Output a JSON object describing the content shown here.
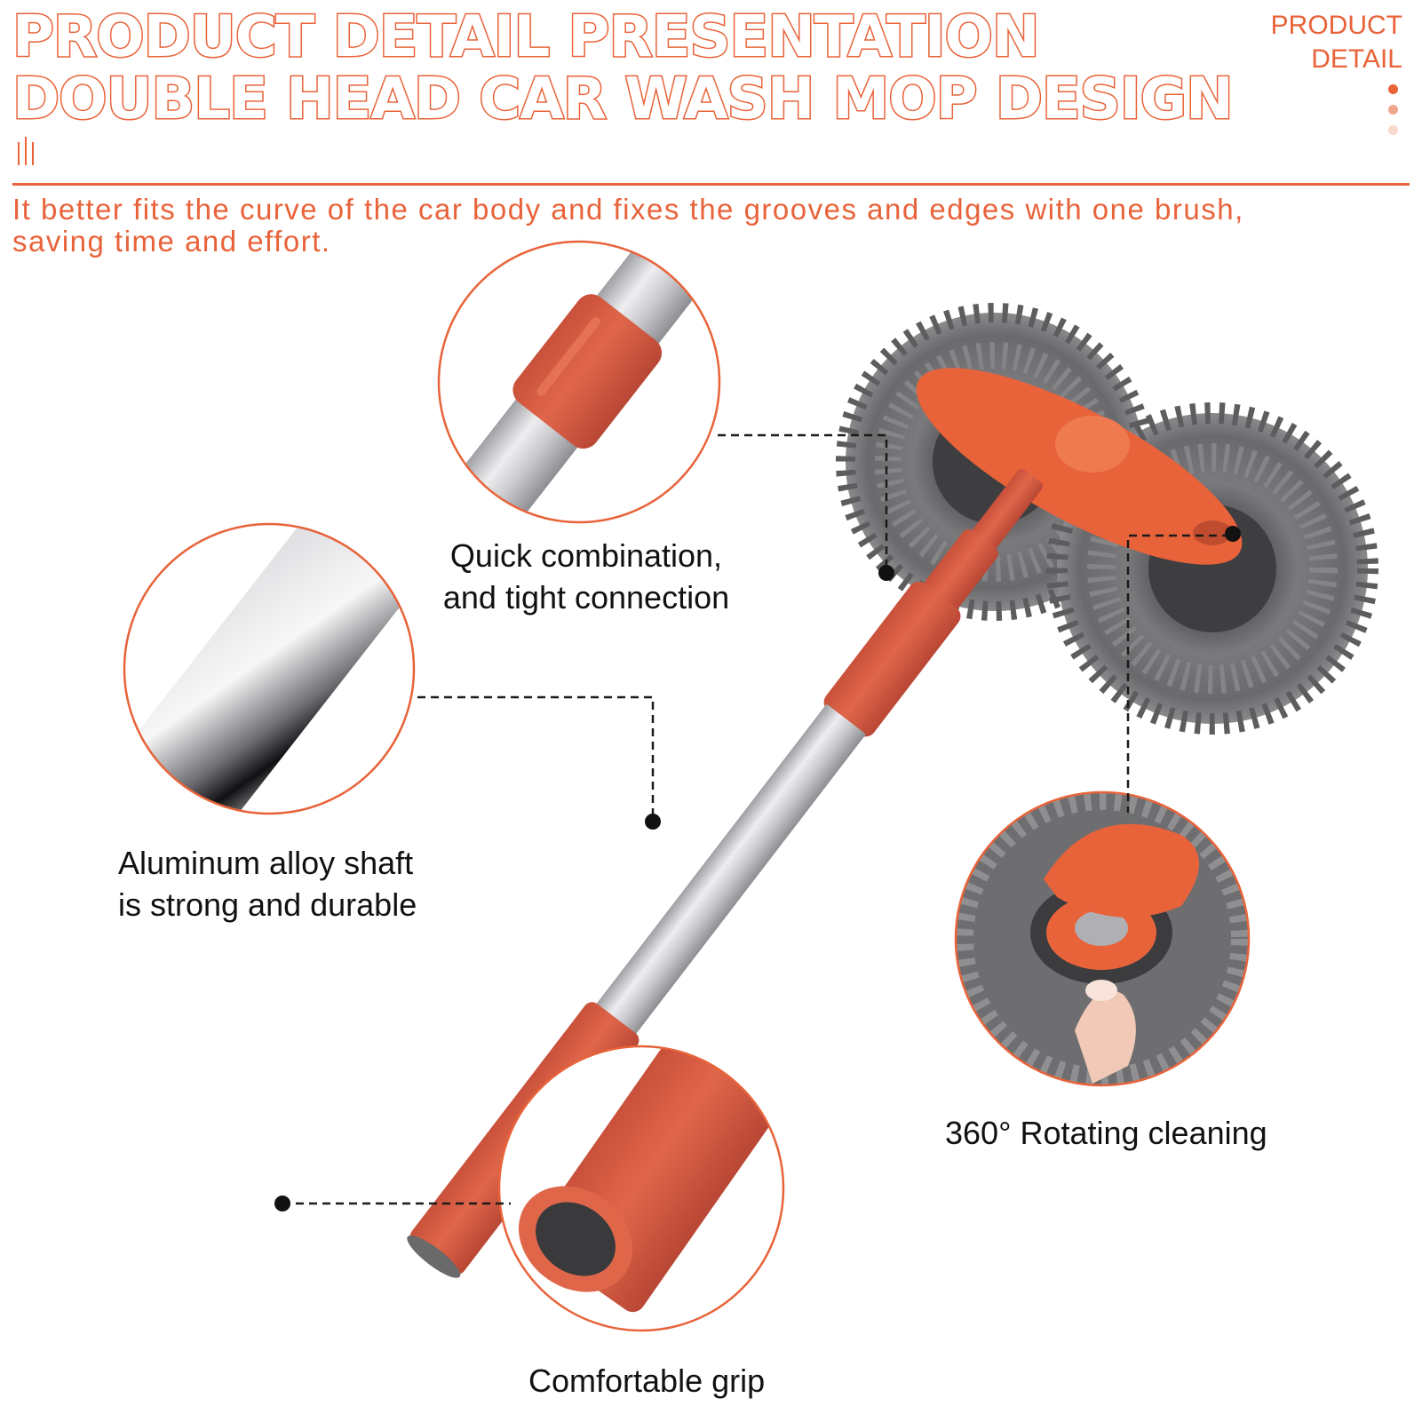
{
  "header": {
    "title_line1": "PRODUCT DETAIL PRESENTATION",
    "title_line2": "DOUBLE HEAD CAR WASH MOP DESIGN",
    "corner_line1": "PRODUCT",
    "corner_line2": "DETAIL",
    "subtitle_line1": "It better fits the curve of the car body and fixes the grooves and edges with one brush,",
    "subtitle_line2": "saving time and effort."
  },
  "features": {
    "quick_line1": "Quick combination,",
    "quick_line2": "and tight connection",
    "shaft_line1": "Aluminum alloy shaft",
    "shaft_line2": "is strong and durable",
    "rotate": "360° Rotating cleaning",
    "grip": "Comfortable grip"
  },
  "colors": {
    "accent": "#e8633a",
    "handle": "#d75a40",
    "microfiber": "#707070",
    "aluminum": "#c9c9cc"
  },
  "icons": {
    "decoration": "dot-indicator"
  }
}
